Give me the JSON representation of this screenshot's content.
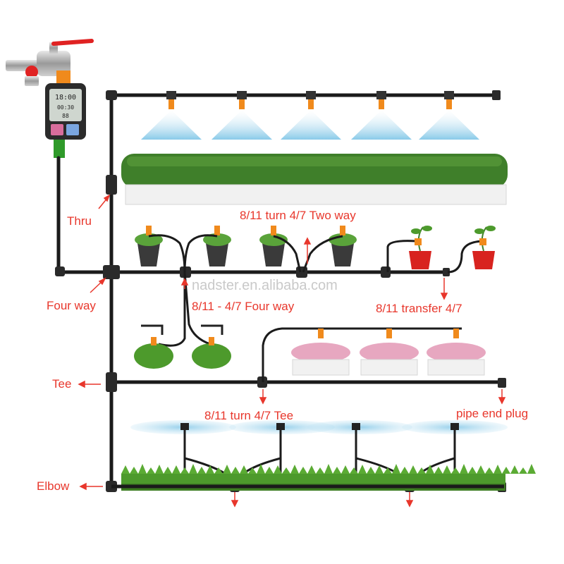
{
  "labels": {
    "thru": "Thru",
    "four_way": "Four way",
    "tee": "Tee",
    "elbow": "Elbow",
    "two_way": "8/11 turn 4/7 Two way",
    "four_way_adapter": "8/11 - 4/7 Four way",
    "transfer": "8/11 transfer 4/7",
    "turn_tee": "8/11 turn 4/7 Tee",
    "end_plug": "pipe end plug"
  },
  "watermark": "nadster.en.alibaba.com",
  "timer": {
    "lcd_time": "18:00",
    "lcd_line2": "00:30",
    "lcd_line3": "88"
  },
  "colors": {
    "pipe": "#1b1b1b",
    "label_red": "#e8372c",
    "arrow_red": "#e8372c",
    "nozzle_orange": "#f08a1c",
    "spray_blue": "#9fd3ec",
    "hedge_green": "#3f7f2a",
    "grass_green": "#4d9a2c",
    "pot_red": "#d8231f",
    "flower_pink": "#e7a7c0",
    "planter_white": "#f1f1f1",
    "valve_red": "#e02222"
  }
}
